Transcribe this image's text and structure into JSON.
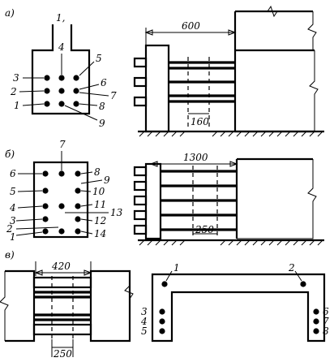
{
  "section_labels": {
    "a": "а)",
    "b": "б)",
    "c": "в)"
  },
  "panel_a": {
    "top_label": "1,",
    "bar_numbers": [
      "2",
      "3",
      "4",
      "5",
      "6",
      "7",
      "8",
      "9",
      "1"
    ],
    "dim_overall": "600",
    "dim_pitch": "160"
  },
  "panel_b": {
    "bar_numbers": [
      "1",
      "2",
      "3",
      "4",
      "5",
      "6",
      "7",
      "8",
      "9",
      "10",
      "11",
      "12",
      "13",
      "14"
    ],
    "dim_overall": "1300",
    "dim_pitch": "250"
  },
  "panel_c": {
    "dim_width": "420",
    "dim_pitch": "250",
    "bar_numbers": [
      "1",
      "2",
      "3",
      "4",
      "5",
      "6",
      "7",
      "8"
    ]
  }
}
